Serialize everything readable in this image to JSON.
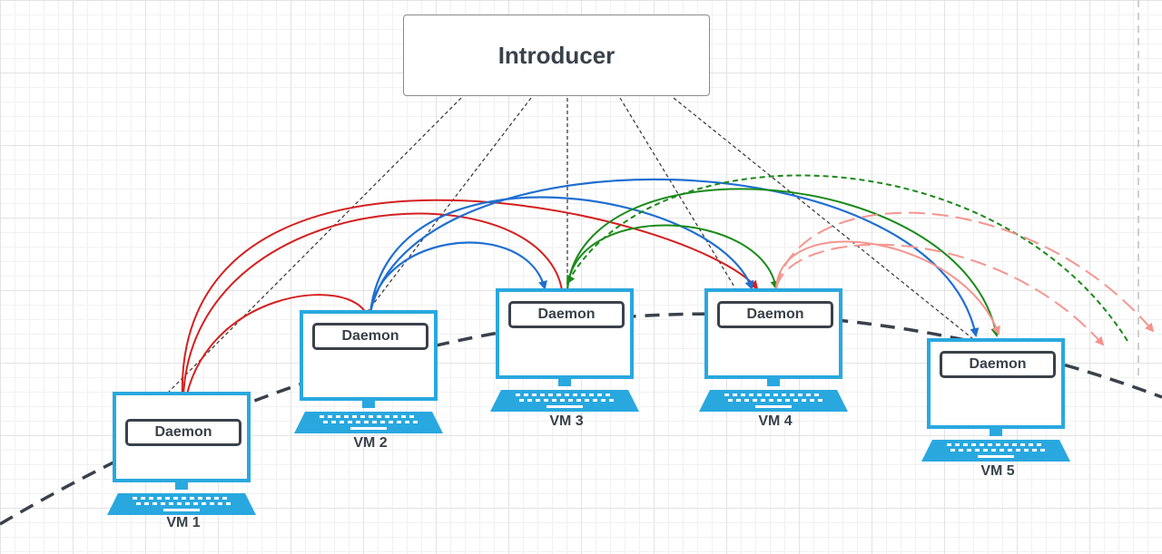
{
  "introducer": {
    "label": "Introducer"
  },
  "daemon_label": "Daemon",
  "vms": [
    {
      "label": "VM 1"
    },
    {
      "label": "VM 2"
    },
    {
      "label": "VM 3"
    },
    {
      "label": "VM 4"
    },
    {
      "label": "VM 5"
    }
  ],
  "colors": {
    "laptop": "#29a8df",
    "text": "#3a414a",
    "red_arrows": "#d42020",
    "blue_arrows": "#1f6fd1",
    "green_arrows": "#1a8a1a",
    "pink_arrows": "#f4958f",
    "ring": "#3a414a"
  }
}
